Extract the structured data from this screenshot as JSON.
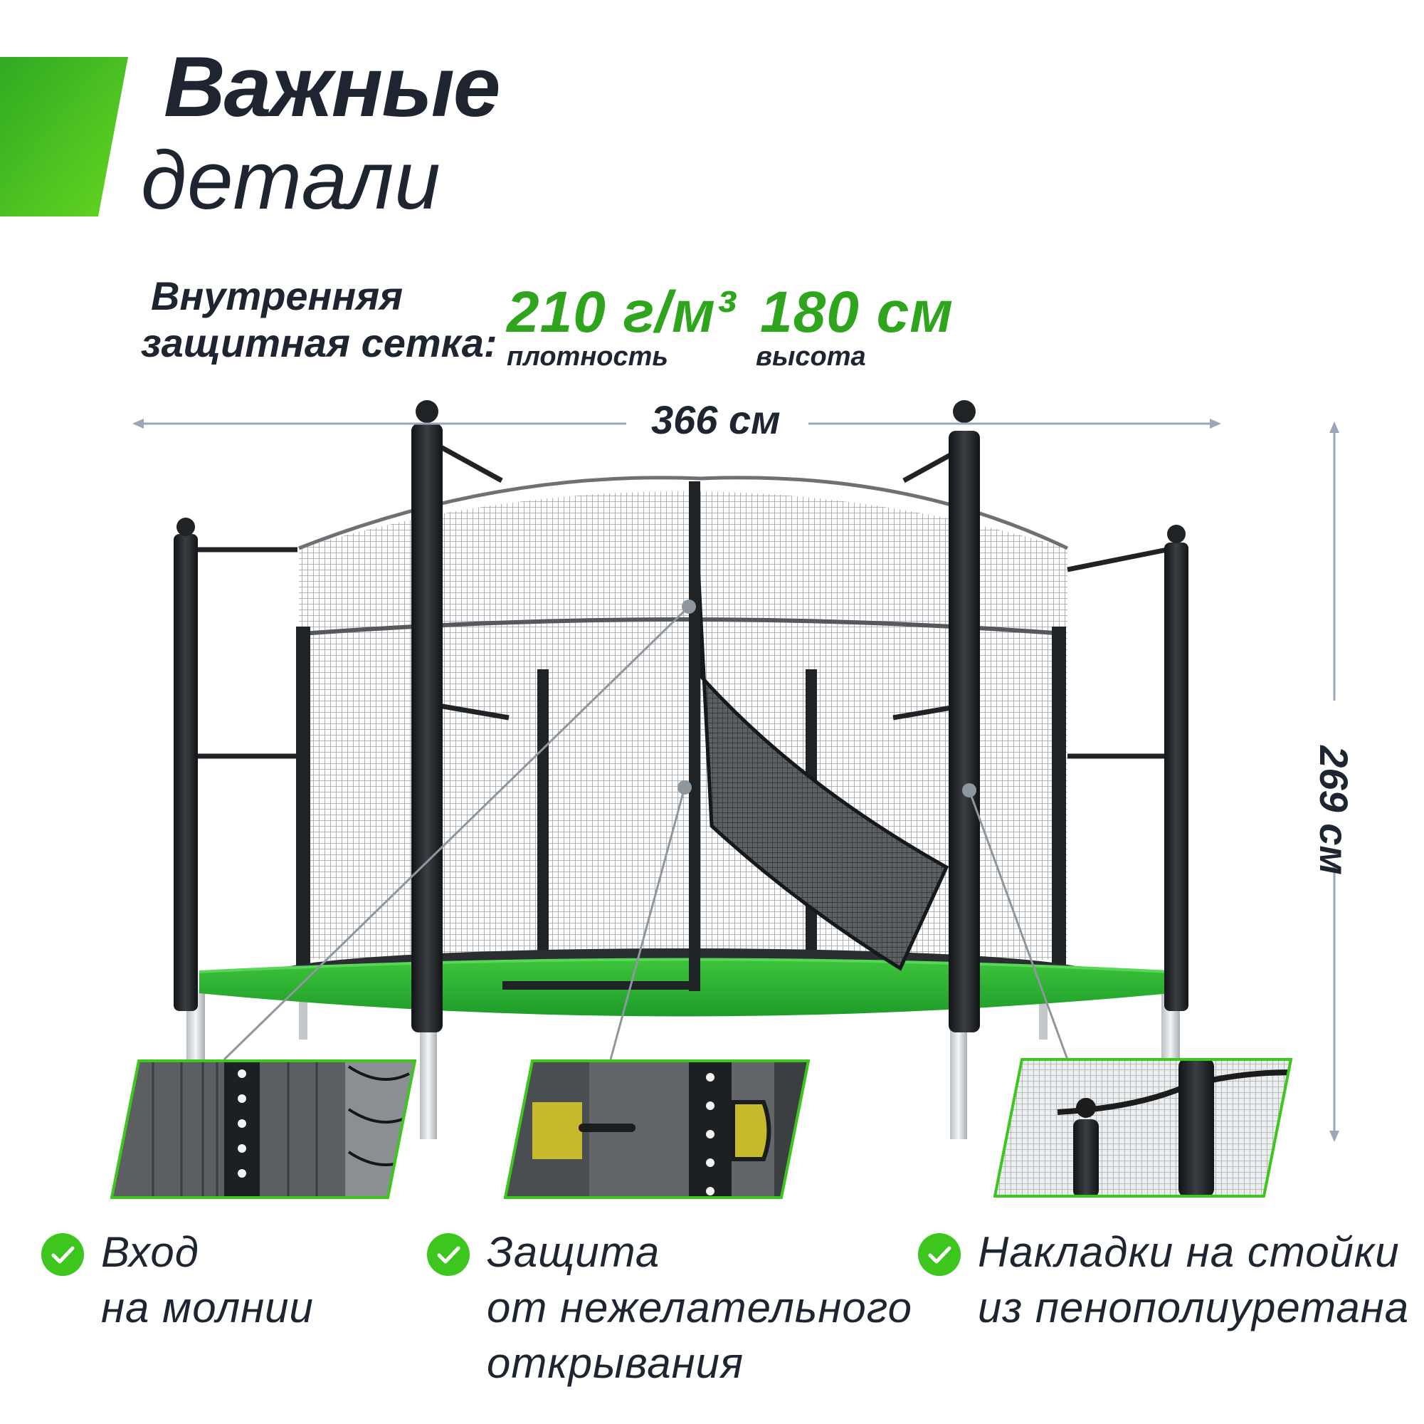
{
  "header": {
    "title_line1": "Важные",
    "title_line2": "детали",
    "accent_color": "#3cc61e"
  },
  "net_specs": {
    "label_line1": "Внутренняя",
    "label_line2": "защитная сетка:",
    "density_value": "210 г/м³",
    "density_caption": "плотность",
    "height_value": "180 см",
    "height_caption": "высота",
    "value_color": "#2ea51c"
  },
  "dimensions": {
    "width": "366 см",
    "height": "269 см"
  },
  "features": [
    {
      "icon": "check-icon",
      "line1": "Вход",
      "line2": "на молнии",
      "line3": ""
    },
    {
      "icon": "check-icon",
      "line1": "Защита",
      "line2": "от нежелательного",
      "line3": "открывания"
    },
    {
      "icon": "check-icon",
      "line1": "Накладки на стойки",
      "line2": "из пенополиуретана",
      "line3": ""
    }
  ],
  "colors": {
    "pad_green": "#2fb52f",
    "pole_black": "#1f2326",
    "net_gray": "#8c9095",
    "dimension_line": "#9aa7b8",
    "callout_border": "#3cc61e"
  }
}
